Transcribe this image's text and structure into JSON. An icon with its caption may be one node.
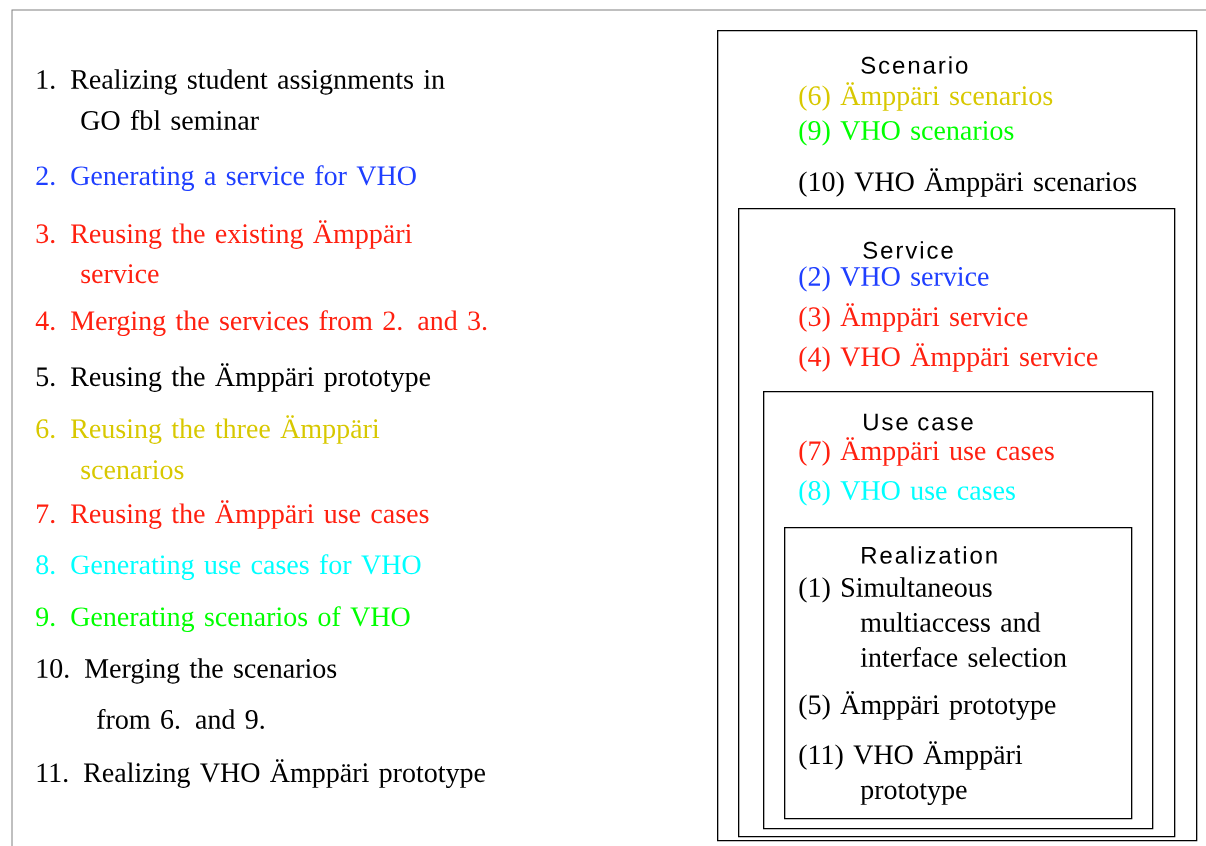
{
  "diagram": {
    "nodes": [
      {
        "text": [
          "Scenario",
          "(6) Ämppäri scenarios",
          "(9) VHO scenarios",
          "(10) VHO Ämppäri scenarios"
        ]
      },
      {
        "text": [
          "Service",
          "(2) VHO service",
          "(3) Ämppäri service",
          "(4) VHO Ämppäri service"
        ],
        "in": 0
      },
      {
        "text": [
          "Use case",
          "(7) Ämppäri use cases",
          "(8) VHO use cases"
        ],
        "in": 1
      },
      {
        "text": [
          "Realization",
          "(1) Simultaneous multiaccess and interface selection",
          "(5) Ämppäri prototype",
          "(11) VHO Ämppäri prototype"
        ],
        "in": 2
      }
    ],
    "labels": [
      "1. Realizing student assignments in GO fbl seminar",
      "2. Generating a service for VHO",
      "3. Reusing the existing Ämppäri service",
      "4. Merging the services from 2. and 3.",
      "5. Reusing the Ämppäri prototype",
      "6. Reusing the three Ämppäri scenarios",
      "7. Reusing the Ämppäri use cases",
      "8. Generating use cases for VHO",
      "9. Generating scenarios of VHO",
      "10. Merging the scenarios from 6. and 9.",
      "11. Realizing VHO Ämppäri prototype"
    ]
  }
}
